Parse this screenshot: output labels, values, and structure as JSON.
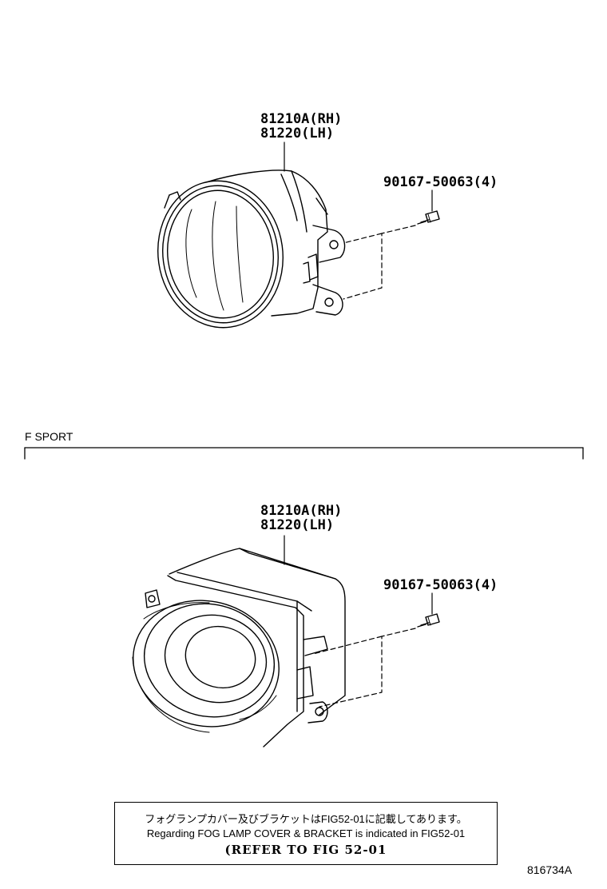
{
  "top_assembly": {
    "part_rh": "81210A(RH)",
    "part_lh": "81220(LH)",
    "screw": "90167-50063(4)"
  },
  "section": {
    "label": "F SPORT"
  },
  "bottom_assembly": {
    "part_rh": "81210A(RH)",
    "part_lh": "81220(LH)",
    "screw": "90167-50063(4)"
  },
  "note": {
    "line_jp": "フォグランプカバー及びブラケットはFIG52-01に記載してあります。",
    "line_en": "Regarding FOG LAMP COVER & BRACKET is indicated in FIG52-01",
    "line_ref": "(REFER TO FIG 52-01"
  },
  "illustration_id": "816734A"
}
